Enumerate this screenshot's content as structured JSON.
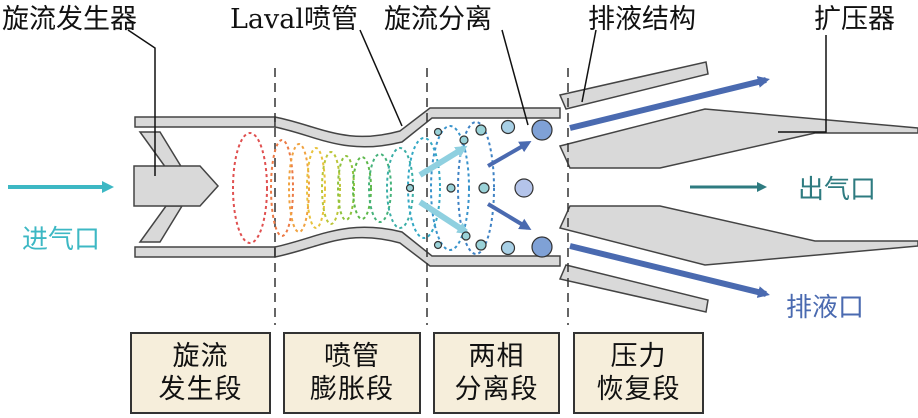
{
  "labels": {
    "swirl_generator": "旋流发生器",
    "laval_nozzle": "Laval喷管",
    "swirl_separation": "旋流分离",
    "drain_structure": "排液结构",
    "diffuser": "扩压器",
    "inlet": "进气口",
    "gas_outlet": "出气口",
    "liquid_outlet": "排液口"
  },
  "stages": [
    {
      "line1": "旋流",
      "line2": "发生段"
    },
    {
      "line1": "喷管",
      "line2": "膨胀段"
    },
    {
      "line1": "两相",
      "line2": "分离段"
    },
    {
      "line1": "压力",
      "line2": "恢复段"
    }
  ],
  "colors": {
    "inlet_arrow": "#3db8c4",
    "gas_arrow": "#2e7b80",
    "liquid_arrow": "#4a6ab0",
    "wall_fill": "#d9d9d9",
    "wall_stroke": "#444444",
    "droplet_fill": "#7fa1d6",
    "stage_fill": "#f6eedb"
  }
}
